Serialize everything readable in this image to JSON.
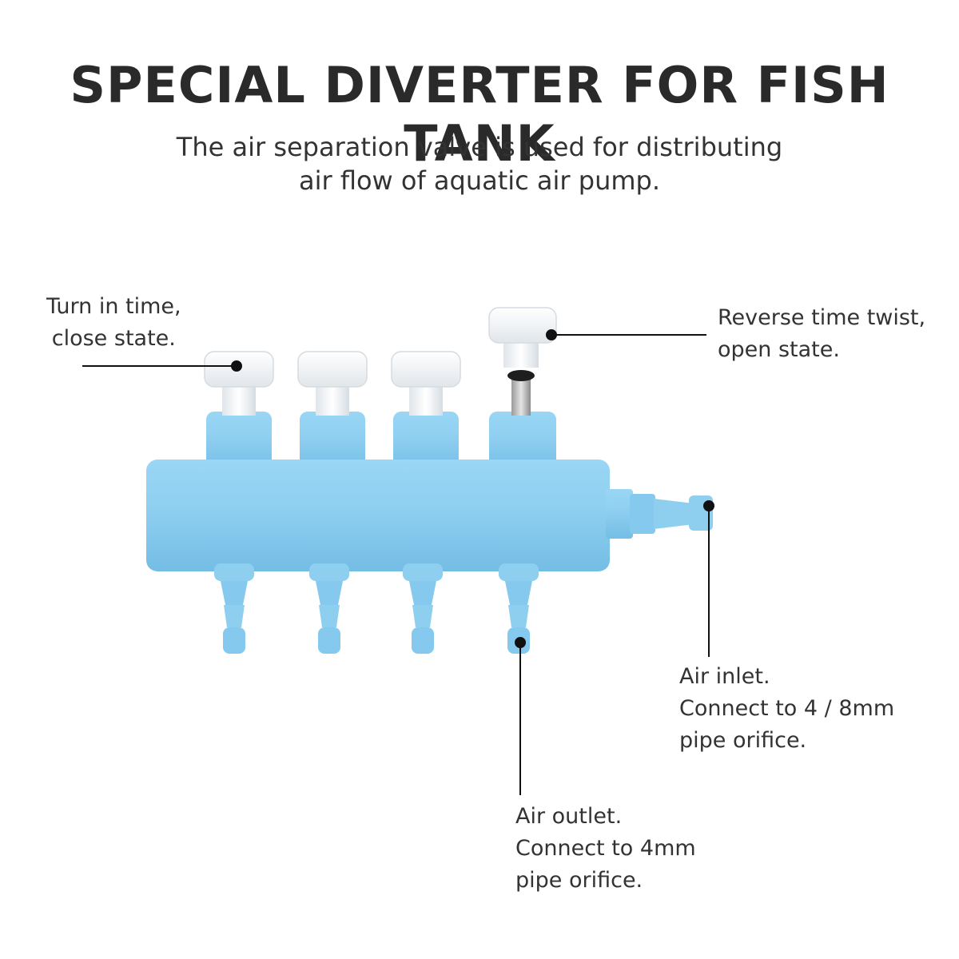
{
  "header": {
    "title": "SPECIAL DIVERTER FOR FISH TANK",
    "subtitle_lines": [
      "The air separation valve is used for distributing",
      "air flow of aquatic air pump."
    ]
  },
  "callouts": {
    "close_state": {
      "lines": [
        "Turn in time,",
        "close state."
      ]
    },
    "open_state": {
      "lines": [
        "Reverse time twist,",
        "open state."
      ]
    },
    "air_inlet": {
      "lines": [
        "Air inlet.",
        "Connect to 4 / 8mm",
        "pipe orifice."
      ]
    },
    "air_outlet": {
      "lines": [
        "Air outlet.",
        "Connect to 4mm",
        "pipe orifice."
      ]
    }
  },
  "colors": {
    "body_blue": "#8ecff0",
    "body_blue_dark": "#6fb8e2",
    "knob_white": "#f4f6f8",
    "leader": "#111111"
  }
}
